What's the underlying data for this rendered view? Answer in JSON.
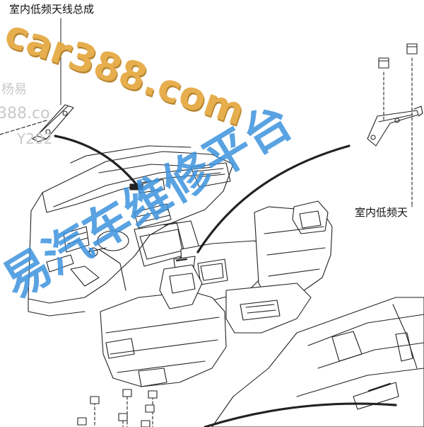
{
  "labels": {
    "top_left": "室内低频天线总成",
    "right": "室内低频天"
  },
  "watermarks": {
    "url": "car388.com",
    "cn": "汽车维修平台",
    "cn_prefix": "易",
    "faint_1": "杨易",
    "faint_2": "388.co",
    "faint_3": "Y202"
  },
  "colors": {
    "line": "#222222",
    "watermark_orange": "#e5a63a",
    "watermark_blue": "#3e93de",
    "faint_gray": "#c9c9c9"
  }
}
